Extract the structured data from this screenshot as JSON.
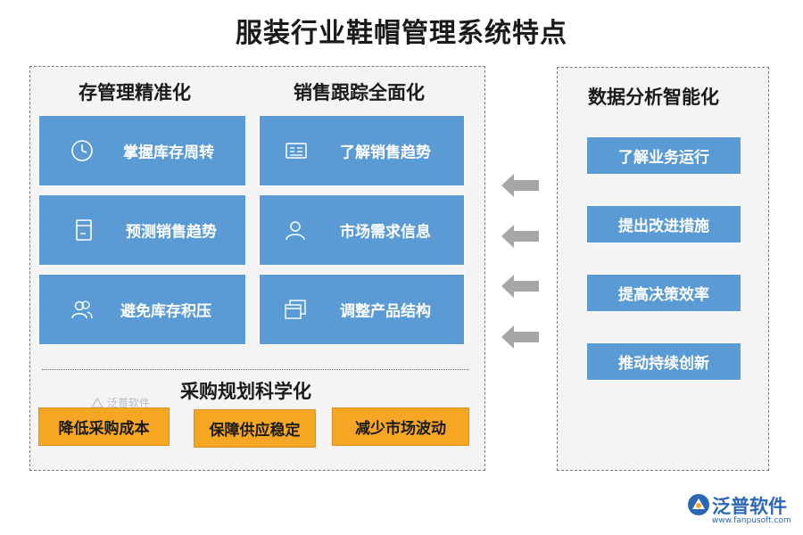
{
  "title": "服装行业鞋帽管理系统特点",
  "left_panel": {
    "inventory": {
      "title": "存管理精准化",
      "items": [
        {
          "label": "掌握库存周转",
          "icon": "clock-icon"
        },
        {
          "label": "预测销售趋势",
          "icon": "document-icon"
        },
        {
          "label": "避免库存积压",
          "icon": "users-icon"
        }
      ]
    },
    "sales": {
      "title": "销售跟踪全面化",
      "items": [
        {
          "label": "了解销售趋势",
          "icon": "chart-board-icon"
        },
        {
          "label": "市场需求信息",
          "icon": "user-icon"
        },
        {
          "label": "调整产品结构",
          "icon": "windows-icon"
        }
      ]
    },
    "procurement": {
      "title": "采购规划科学化",
      "items": [
        {
          "label": "降低采购成本"
        },
        {
          "label": "保障供应稳定"
        },
        {
          "label": "减少市场波动"
        }
      ]
    }
  },
  "right_panel": {
    "title": "数据分析智能化",
    "items": [
      {
        "label": "了解业务运行"
      },
      {
        "label": "提出改进措施"
      },
      {
        "label": "提高决策效率"
      },
      {
        "label": "推动持续创新"
      }
    ]
  },
  "arrows": {
    "icon": "arrow-left-icon",
    "color": "#a6a6a6",
    "count": 4
  },
  "colors": {
    "blue_box": "#5b9bd5",
    "orange_box": "#f5a623",
    "panel_bg": "#f4f4f4",
    "brand": "#2a68b6"
  },
  "watermark": {
    "text": "泛普软件"
  },
  "brand": {
    "name": "泛普软件",
    "url": "www.fanpusoft.com"
  }
}
